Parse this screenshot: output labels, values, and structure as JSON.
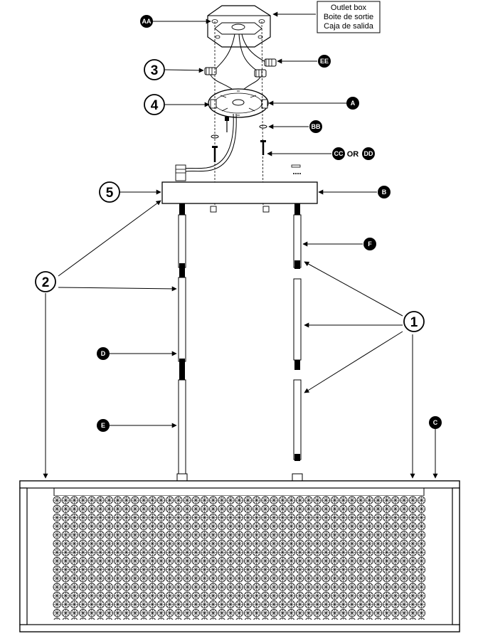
{
  "outlet_box_label": {
    "line1": "Outlet box",
    "line2": "Boite de sortie",
    "line3": "Caja de salida"
  },
  "step_numbers": [
    "1",
    "2",
    "3",
    "4",
    "5"
  ],
  "part_letters": {
    "AA": "AA",
    "EE": "EE",
    "A": "A",
    "BB": "BB",
    "CC": "CC",
    "DD": "DD",
    "B": "B",
    "F": "F",
    "D": "D",
    "E": "E",
    "C": "C"
  },
  "or_word": "OR"
}
